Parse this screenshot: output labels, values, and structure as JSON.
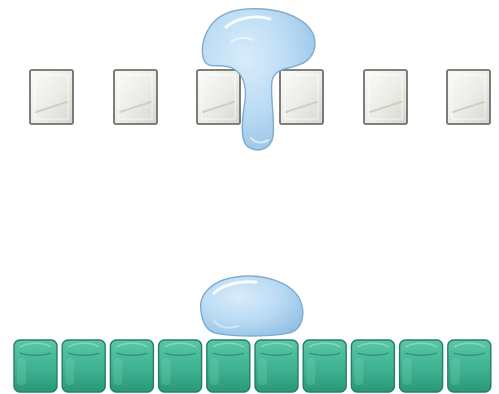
{
  "diagram": {
    "top_panel": {
      "block_count": 6,
      "block_style": "gray-glassy-square",
      "droplet_style": "mushroom-shaped-liquid-drop",
      "colors": {
        "block_fill_top": "#f6f6f1",
        "block_fill_bottom": "#d6d8d1",
        "block_border": "#6f706a",
        "droplet_fill": "#b8daf4",
        "droplet_edge": "#7aa8cf",
        "droplet_highlight": "#ffffff"
      }
    },
    "bottom_panel": {
      "block_count": 10,
      "block_style": "green-glassy-cube",
      "droplet_style": "beaded-liquid-drop",
      "colors": {
        "block_fill": "#4ab99b",
        "block_fill_dark": "#2d9a7d",
        "block_border": "#257f68",
        "droplet_fill": "#b8daf4",
        "droplet_edge": "#7aa8cf",
        "droplet_highlight": "#ffffff"
      }
    }
  }
}
